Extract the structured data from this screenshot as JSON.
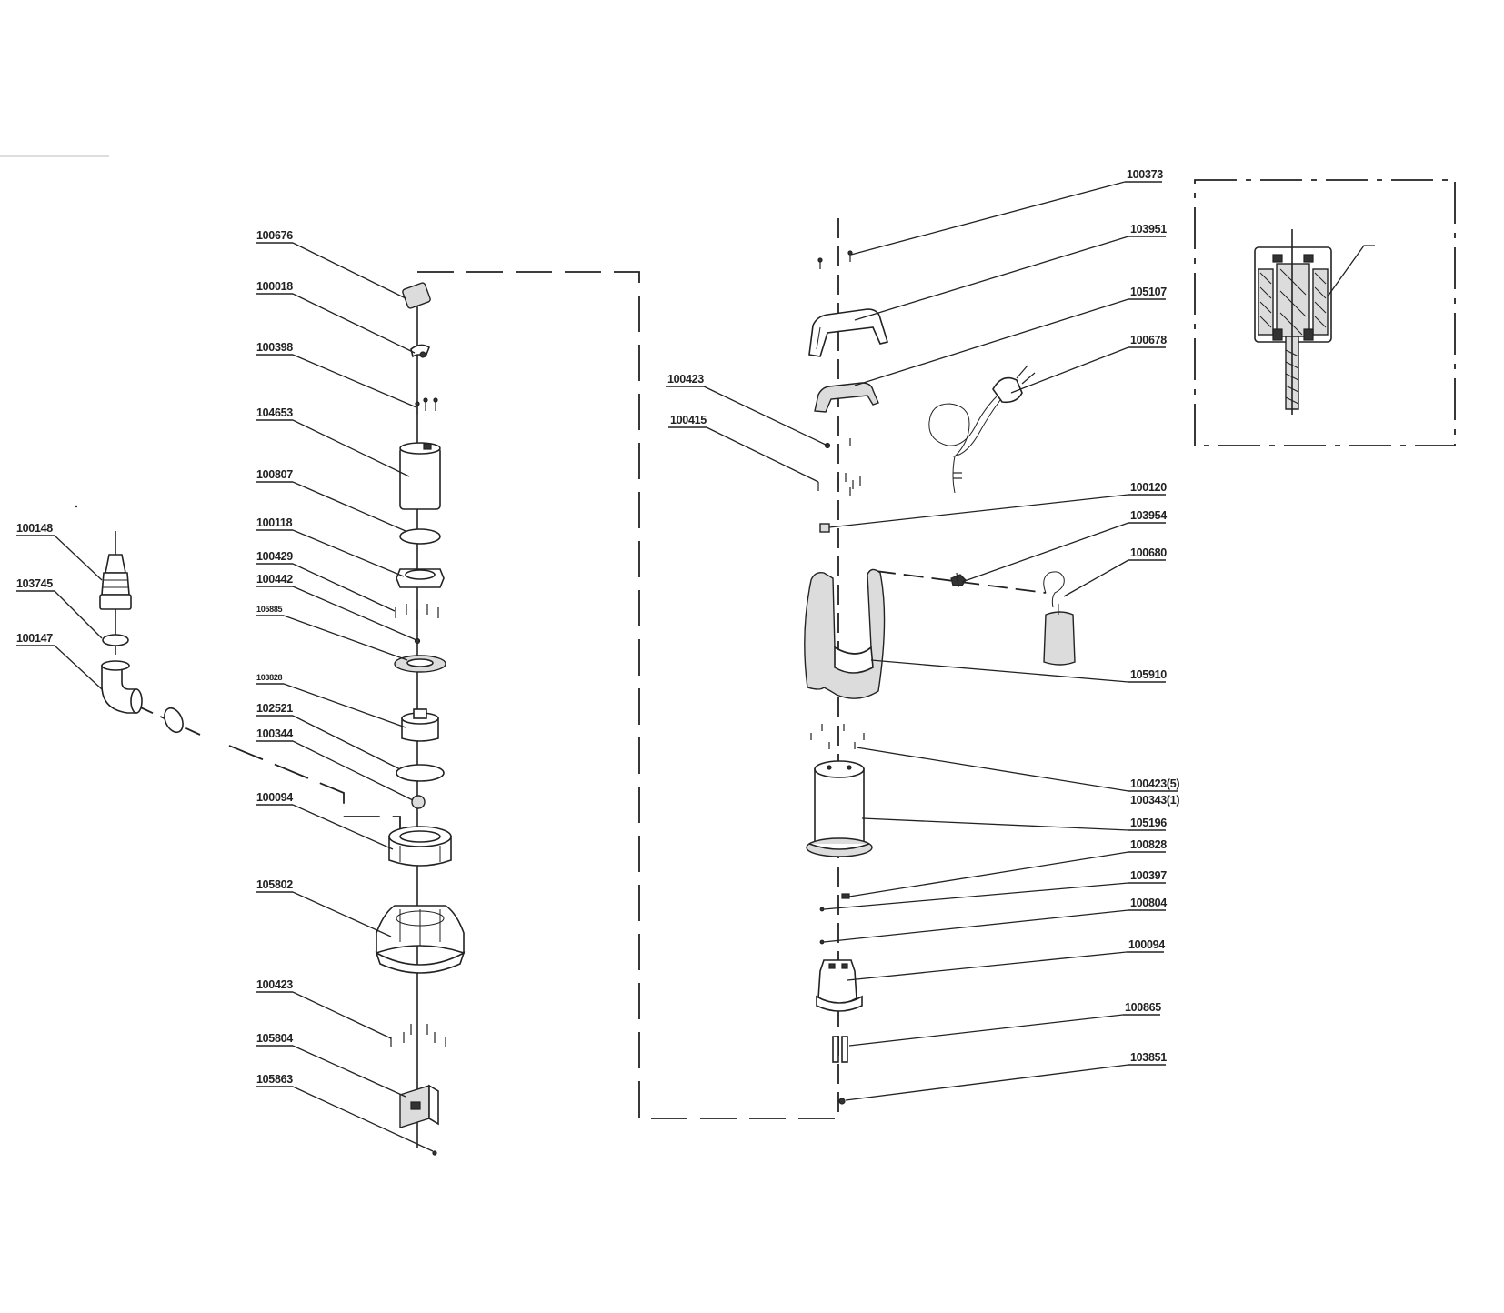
{
  "left_column": {
    "labels": [
      "100676",
      "100018",
      "100398",
      "104653",
      "100807",
      "100118",
      "100429",
      "100442",
      "105885",
      "103828",
      "102521",
      "100344",
      "100094",
      "105802",
      "100423",
      "105804",
      "105863"
    ]
  },
  "outlet_group": {
    "labels": [
      "100148",
      "103745",
      "100147"
    ]
  },
  "right_column": {
    "labels": [
      "100373",
      "103951",
      "105107",
      "100678",
      "100423",
      "100415",
      "100120",
      "103954",
      "100680",
      "105910",
      "100423(5)",
      "100343(1)",
      "105196",
      "100828",
      "100397",
      "100804",
      "100094",
      "100865",
      "103851"
    ]
  }
}
